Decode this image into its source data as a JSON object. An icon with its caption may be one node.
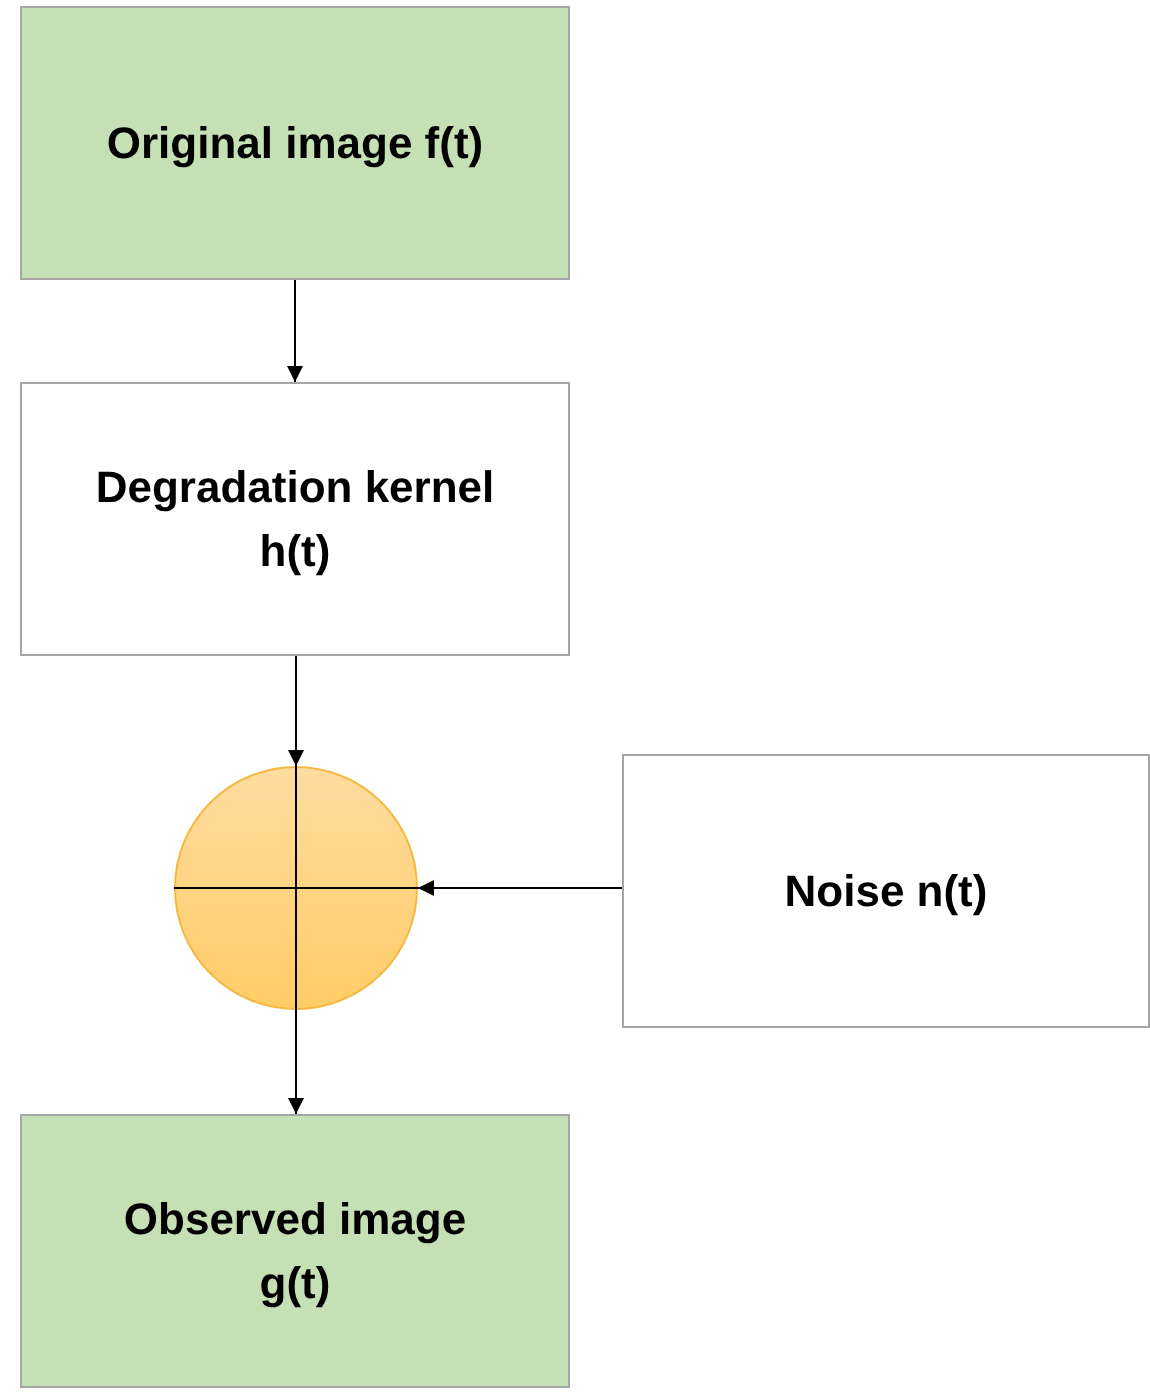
{
  "diagram": {
    "nodes": [
      {
        "text": [
          "Original image f(t)"
        ]
      },
      {
        "text": [
          "Degradation kernel h(t)"
        ]
      },
      {
        "text": [],
        "shape": "circle"
      },
      {
        "text": [
          "Noise n(t)"
        ]
      },
      {
        "text": [
          "Observed image g(t)"
        ]
      }
    ],
    "edges": [
      {
        "from": 0,
        "to": 1,
        "arrow": "to"
      },
      {
        "from": 1,
        "to": 2,
        "arrow": "to"
      },
      {
        "from": 3,
        "to": 2,
        "arrow": "to"
      },
      {
        "from": 2,
        "to": 4,
        "arrow": "to"
      }
    ]
  }
}
